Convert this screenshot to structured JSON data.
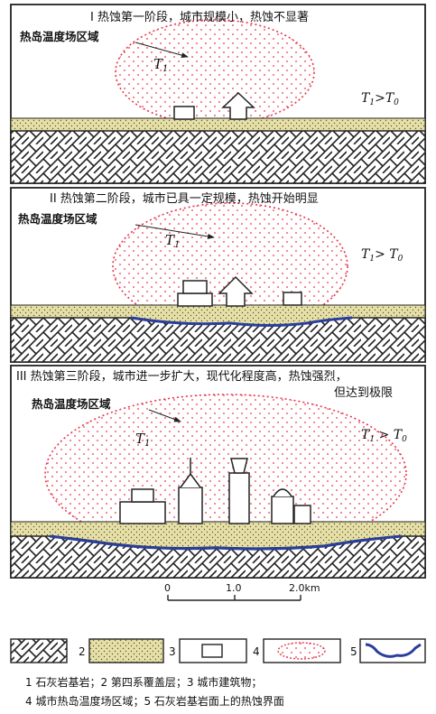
{
  "panels": [
    {
      "title": "I 热蚀第一阶段，城市规模小，热蚀不显著",
      "zone_label": "热岛温度场区域",
      "t1": "T",
      "t1_sub": "1",
      "relation_lhs": "T",
      "relation_lhs_sub": "1",
      "relation_op": ">",
      "relation_rhs": "T",
      "relation_rhs_sub": "0"
    },
    {
      "title": "II 热蚀第二阶段，城市已具一定规模，热蚀开始明显",
      "zone_label": "热岛温度场区域",
      "t1": "T",
      "t1_sub": "1",
      "relation_lhs": "T",
      "relation_lhs_sub": "1",
      "relation_op": "> ",
      "relation_rhs": "T",
      "relation_rhs_sub": "0"
    },
    {
      "title": "III 热蚀第三阶段，城市进一步扩大，现代化程度高，热蚀强烈，",
      "title_line2": "但达到极限",
      "zone_label": "热岛温度场区域",
      "t1": "T",
      "t1_sub": "1",
      "relation_lhs": "T",
      "relation_lhs_sub": "1",
      "relation_op": " > ",
      "relation_rhs": "T",
      "relation_rhs_sub": "0"
    }
  ],
  "scale": {
    "ticks": [
      "0",
      "1.0",
      "2.0km"
    ]
  },
  "legend": {
    "numbers": [
      "2",
      "3",
      "4",
      "5"
    ],
    "caption_line1": "1  石灰岩基岩；2  第四系覆盖层；3  城市建筑物；",
    "caption_line2": "4  城市热岛温度场区域；5  石灰岩基岩面上的热蚀界面"
  },
  "colors": {
    "hatch": "#222222",
    "cover_fill": "#e6e0a8",
    "dot": "#e8354a",
    "boundary": "#2a3e9c"
  }
}
